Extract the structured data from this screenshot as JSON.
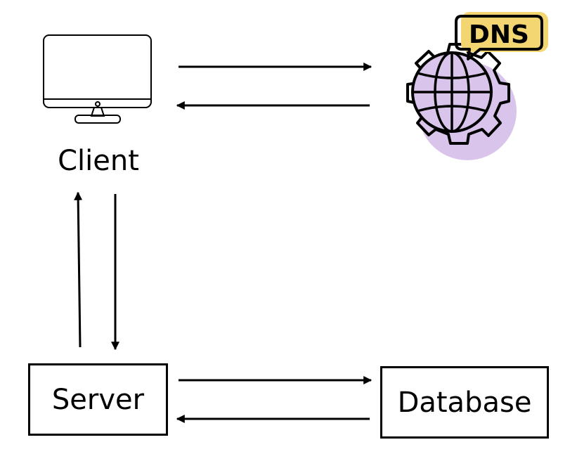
{
  "diagram": {
    "nodes": {
      "client": {
        "label": "Client",
        "icon": "monitor-icon"
      },
      "dns": {
        "badge": "DNS",
        "icon": "globe-gear-icon"
      },
      "server": {
        "label": "Server"
      },
      "database": {
        "label": "Database"
      }
    },
    "edges": [
      {
        "from": "client",
        "to": "dns"
      },
      {
        "from": "dns",
        "to": "client"
      },
      {
        "from": "client",
        "to": "server"
      },
      {
        "from": "server",
        "to": "client"
      },
      {
        "from": "server",
        "to": "database"
      },
      {
        "from": "database",
        "to": "server"
      }
    ]
  },
  "colors": {
    "stroke": "#000000",
    "dns_globe_fill": "#d9c4ec",
    "dns_badge_fill": "#f3d671"
  }
}
